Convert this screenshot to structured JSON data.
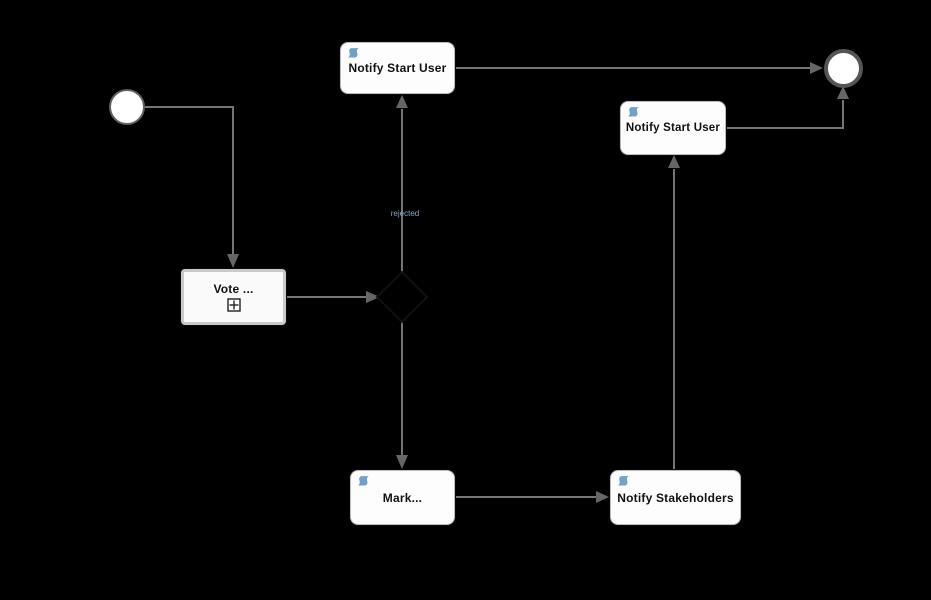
{
  "app": {
    "kind": "bpmn-process-diagram",
    "canvas_background": "#000000"
  },
  "colors": {
    "canvas_background": "#000000",
    "shape_fill": "#fdfdfd",
    "shape_border": "#b9b9b9",
    "subprocess_border": "#c9c9c9",
    "event_border": "#555555",
    "connection_line": "#757575",
    "arrowhead": "#666666",
    "script_icon": "#72a0c8",
    "edge_label_text": "#8ba3c6",
    "task_text": "#111111",
    "gateway_fill": "#000000"
  },
  "icons": {
    "script_task": "script-scroll-icon",
    "subprocess_expand": "plus-in-square-icon"
  },
  "nodes": {
    "start_event": {
      "kind": "start-event",
      "label": ""
    },
    "notify_start_user_top": {
      "kind": "script-task",
      "label": "Notify Start User"
    },
    "vote": {
      "kind": "collapsed-subprocess",
      "label": "Vote ..."
    },
    "gateway": {
      "kind": "gateway",
      "label": ""
    },
    "mark": {
      "kind": "script-task",
      "label": "Mark..."
    },
    "notify_stakeholders": {
      "kind": "script-task",
      "label": "Notify Stakeholders"
    },
    "notify_start_user_right": {
      "kind": "script-task",
      "label": "Notify Start User"
    },
    "end_event": {
      "kind": "end-event",
      "label": ""
    }
  },
  "edge_labels": {
    "rejected": "rejected"
  },
  "edges": [
    {
      "from": "start_event",
      "to": "vote",
      "label": ""
    },
    {
      "from": "vote",
      "to": "gateway",
      "label": ""
    },
    {
      "from": "gateway",
      "to": "notify_start_user_top",
      "label": "rejected"
    },
    {
      "from": "gateway",
      "to": "mark",
      "label": ""
    },
    {
      "from": "mark",
      "to": "notify_stakeholders",
      "label": ""
    },
    {
      "from": "notify_stakeholders",
      "to": "notify_start_user_right",
      "label": ""
    },
    {
      "from": "notify_start_user_right",
      "to": "end_event",
      "label": ""
    },
    {
      "from": "notify_start_user_top",
      "to": "end_event",
      "label": ""
    }
  ]
}
